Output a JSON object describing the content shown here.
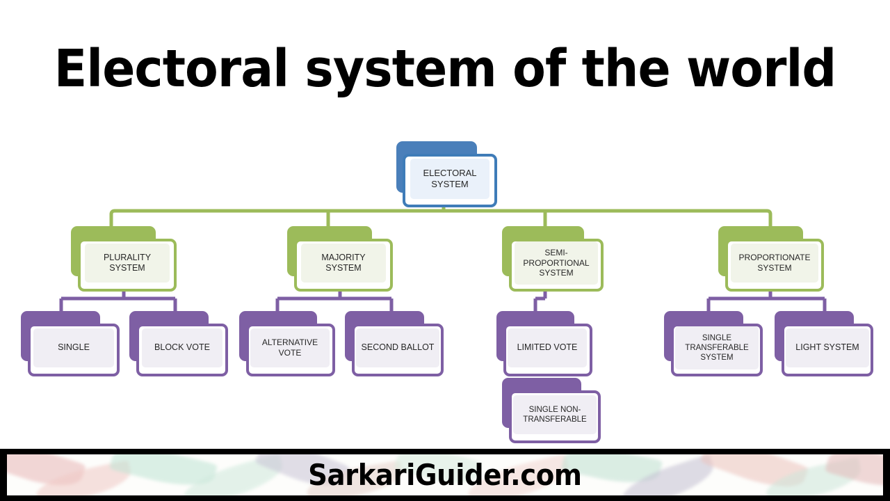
{
  "page": {
    "title": "Electoral system of the world",
    "background_color": "#ffffff"
  },
  "colors": {
    "root_border": "#3f7cb8",
    "root_shadow": "#4a7fba",
    "root_fill": "#eaf1fa",
    "branch_border": "#9cbb5a",
    "branch_shadow": "#9cbb5a",
    "branch_fill": "#f1f4e9",
    "leaf_border": "#7e5fa4",
    "leaf_shadow": "#7e5fa4",
    "leaf_fill": "#f0eef4",
    "title_text": "#000000",
    "node_text": "#262626",
    "banner_background": "#000000"
  },
  "chart_data": {
    "type": "diagram",
    "diagram_kind": "hierarchy-tree",
    "title": "Electoral system of the world",
    "levels": 3,
    "nodes": [
      {
        "id": "electoral-system",
        "label": "ELECTORAL\nSYSTEM",
        "level": 1,
        "parent": null,
        "color": "#3f7cb8"
      },
      {
        "id": "plurality-system",
        "label": "PLURALITY\nSYSTEM",
        "level": 2,
        "parent": "electoral-system",
        "color": "#9cbb5a"
      },
      {
        "id": "majority-system",
        "label": "MAJORITY\nSYSTEM",
        "level": 2,
        "parent": "electoral-system",
        "color": "#9cbb5a"
      },
      {
        "id": "semi-proportional-system",
        "label": "SEMI-\nPROPORTIONAL\nSYSTEM",
        "level": 2,
        "parent": "electoral-system",
        "color": "#9cbb5a"
      },
      {
        "id": "proportionate-system",
        "label": "PROPORTIONATE\nSYSTEM",
        "level": 2,
        "parent": "electoral-system",
        "color": "#9cbb5a"
      },
      {
        "id": "single",
        "label": "SINGLE",
        "level": 3,
        "parent": "plurality-system",
        "color": "#7e5fa4"
      },
      {
        "id": "block-vote",
        "label": "BLOCK VOTE",
        "level": 3,
        "parent": "plurality-system",
        "color": "#7e5fa4"
      },
      {
        "id": "alternative-vote",
        "label": "ALTERNATIVE\nVOTE",
        "level": 3,
        "parent": "majority-system",
        "color": "#7e5fa4"
      },
      {
        "id": "second-ballot",
        "label": "SECOND BALLOT",
        "level": 3,
        "parent": "majority-system",
        "color": "#7e5fa4"
      },
      {
        "id": "limited-vote",
        "label": "LIMITED VOTE",
        "level": 3,
        "parent": "semi-proportional-system",
        "color": "#7e5fa4"
      },
      {
        "id": "single-non-transferable",
        "label": "SINGLE NON-\nTRANSFERABLE",
        "level": 3,
        "parent": "semi-proportional-system",
        "color": "#7e5fa4"
      },
      {
        "id": "single-transferable-system",
        "label": "SINGLE\nTRANSFERABLE\nSYSTEM",
        "level": 3,
        "parent": "proportionate-system",
        "color": "#7e5fa4"
      },
      {
        "id": "light-system",
        "label": "LIGHT SYSTEM",
        "level": 3,
        "parent": "proportionate-system",
        "color": "#7e5fa4"
      }
    ]
  },
  "tree": {
    "root": {
      "label": "ELECTORAL\nSYSTEM"
    },
    "branches": [
      {
        "label": "PLURALITY\nSYSTEM"
      },
      {
        "label": "MAJORITY\nSYSTEM"
      },
      {
        "label": "SEMI-\nPROPORTIONAL\nSYSTEM"
      },
      {
        "label": "PROPORTIONATE\nSYSTEM"
      }
    ],
    "leaves": [
      {
        "label": "SINGLE"
      },
      {
        "label": "BLOCK VOTE"
      },
      {
        "label": "ALTERNATIVE\nVOTE"
      },
      {
        "label": "SECOND BALLOT"
      },
      {
        "label": "LIMITED VOTE"
      },
      {
        "label": "SINGLE NON-\nTRANSFERABLE"
      },
      {
        "label": "SINGLE\nTRANSFERABLE\nSYSTEM"
      },
      {
        "label": "LIGHT SYSTEM"
      }
    ]
  },
  "banner": {
    "text": "SarkariGuider.com"
  }
}
